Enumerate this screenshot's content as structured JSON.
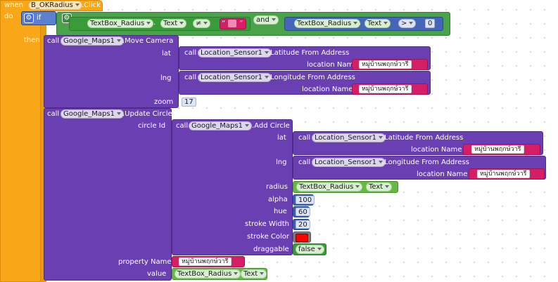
{
  "event": {
    "when": "when",
    "component": "B_OKRadius",
    "event_name": ".Click",
    "do": "do",
    "if": "if",
    "then": "then"
  },
  "condition": {
    "left_component": "TextBox_Radius",
    "left_property": "Text",
    "op1": "≠",
    "and": "and",
    "right_component": "TextBox_Radius",
    "right_property": "Text",
    "op2": ">",
    "zero": "0"
  },
  "move_camera": {
    "call": "call",
    "component": "Google_Maps1",
    "method": ".Move Camera",
    "lat_label": "lat",
    "lng_label": "lng",
    "zoom_label": "zoom",
    "zoom_value": "17",
    "lat_call": {
      "call": "call",
      "component": "Location_Sensor1",
      "method": ".Latitude From Address",
      "param": "location Name",
      "value": "หมู่บ้านพฤกษ์วารี"
    },
    "lng_call": {
      "call": "call",
      "component": "Location_Sensor1",
      "method": ".Longitude From Address",
      "param": "location Name",
      "value": "หมู่บ้านพฤกษ์วารี"
    }
  },
  "update_circle": {
    "call": "call",
    "component": "Google_Maps1",
    "method": ".Update Circle",
    "circle_id_label": "circle Id",
    "property_name_label": "property Name",
    "property_name_value": "หมู่บ้านพฤกษ์วารี",
    "value_label": "value",
    "value_component": "TextBox_Radius",
    "value_property": "Text"
  },
  "add_circle": {
    "call": "call",
    "component": "Google_Maps1",
    "method": ".Add Circle",
    "lat_label": "lat",
    "lng_label": "lng",
    "radius_label": "radius",
    "alpha_label": "alpha",
    "hue_label": "hue",
    "stroke_width_label": "stroke Width",
    "stroke_color_label": "stroke Color",
    "draggable_label": "draggable",
    "lat_call": {
      "call": "call",
      "component": "Location_Sensor1",
      "method": ".Latitude From Address",
      "param": "location Name",
      "value": "หมู่บ้านพฤกษ์วารี"
    },
    "lng_call": {
      "call": "call",
      "component": "Location_Sensor1",
      "method": ".Longitude From Address",
      "param": "location Name",
      "value": "หมู่บ้านพฤกษ์วารี"
    },
    "radius_component": "TextBox_Radius",
    "radius_property": "Text",
    "alpha": "100",
    "hue": "60",
    "stroke_width": "20",
    "stroke_color": "#ff0000",
    "draggable": "false"
  },
  "quote": "“",
  "quote_close": "”",
  "colors": {
    "event_orange": "#f9a719",
    "procedure_purple": "#6a3fb1",
    "math_blue": "#3a5fb0",
    "logic_green": "#4aa24a",
    "text_pink": "#d61e66"
  }
}
